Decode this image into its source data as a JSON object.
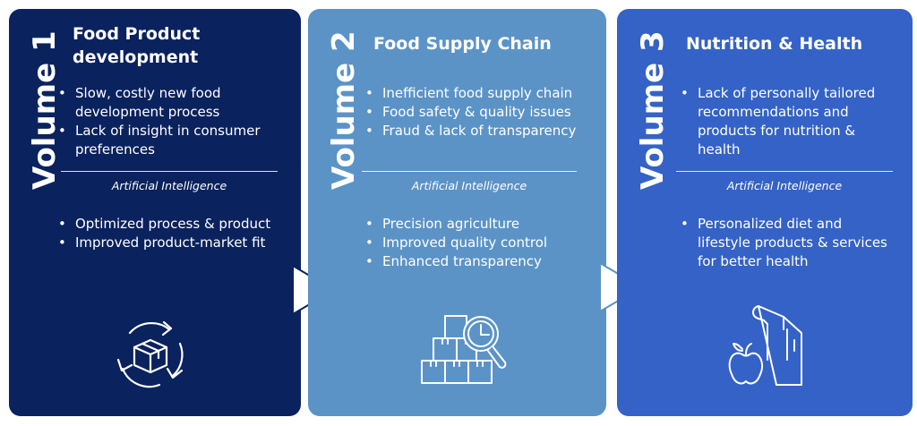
{
  "panels": [
    {
      "volume": "Volume 1",
      "title": "Food Product development",
      "challenges": [
        "Slow, costly new food development process",
        "Lack of insight in consumer preferences"
      ],
      "ai_label": "Artificial Intelligence",
      "solutions": [
        "Optimized process & product",
        "Improved product-market fit"
      ],
      "icon": "product-cycle-box-icon",
      "color": "#0a225e"
    },
    {
      "volume": "Volume 2",
      "title": "Food Supply Chain",
      "challenges": [
        "Inefficient food supply chain",
        "Food safety & quality issues",
        "Fraud & lack of transparency"
      ],
      "ai_label": "Artificial Intelligence",
      "solutions": [
        "Precision agriculture",
        "Improved quality control",
        "Enhanced transparency"
      ],
      "icon": "boxes-magnifier-icon",
      "color": "#5b93c7"
    },
    {
      "volume": "Volume 3",
      "title": "Nutrition & Health",
      "challenges": [
        "Lack of personally tailored recommendations and products for nutrition & health"
      ],
      "ai_label": "Artificial Intelligence",
      "solutions": [
        "Personalized diet and lifestyle products & services for better health"
      ],
      "icon": "grocery-bag-apple-icon",
      "color": "#3462c6"
    }
  ]
}
